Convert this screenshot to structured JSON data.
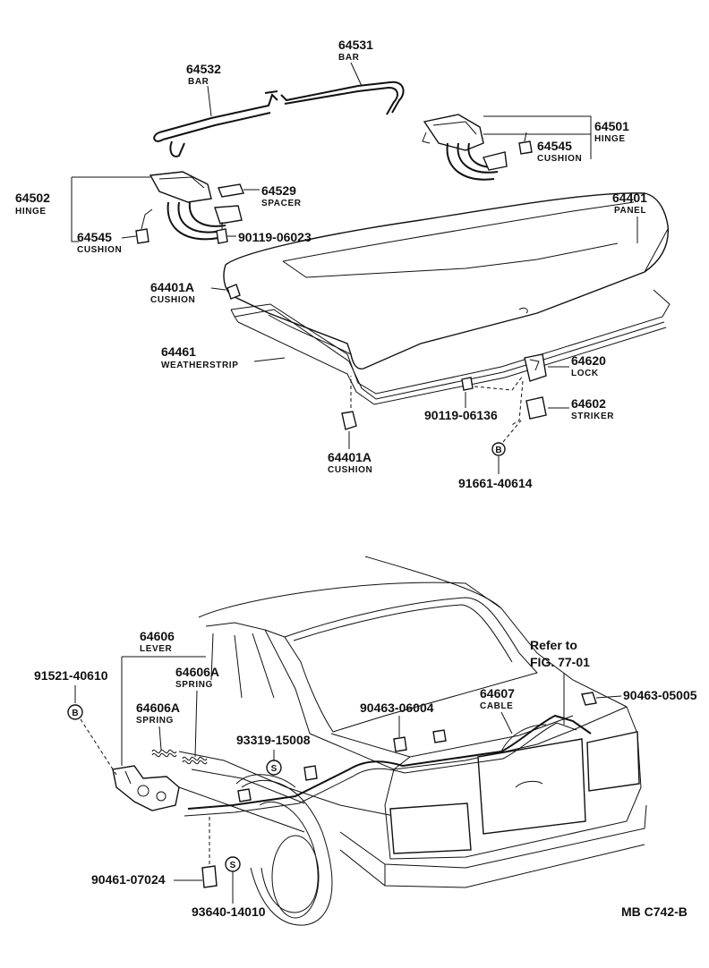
{
  "parts": {
    "p64531": {
      "number": "64531",
      "name": "BAR"
    },
    "p64532": {
      "number": "64532",
      "name": "BAR"
    },
    "p64501": {
      "number": "64501",
      "name": "HINGE"
    },
    "p64545_r": {
      "number": "64545",
      "name": "CUSHION"
    },
    "p64502": {
      "number": "64502",
      "name": "HINGE"
    },
    "p64529": {
      "number": "64529",
      "name": "SPACER"
    },
    "p64545_l": {
      "number": "64545",
      "name": "CUSHION"
    },
    "p90119_06023": {
      "number": "90119-06023"
    },
    "p64401": {
      "number": "64401",
      "name": "PANEL"
    },
    "p64401A_top": {
      "number": "64401A",
      "name": "CUSHION"
    },
    "p64461": {
      "number": "64461",
      "name": "WEATHERSTRIP"
    },
    "p64620": {
      "number": "64620",
      "name": "LOCK"
    },
    "p90119_06136": {
      "number": "90119-06136"
    },
    "p64602": {
      "number": "64602",
      "name": "STRIKER"
    },
    "p64401A_bot": {
      "number": "64401A",
      "name": "CUSHION"
    },
    "p91661_40614": {
      "number": "91661-40614"
    },
    "p64606": {
      "number": "64606",
      "name": "LEVER"
    },
    "p64606A_a": {
      "number": "64606A",
      "name": "SPRING"
    },
    "p64606A_b": {
      "number": "64606A",
      "name": "SPRING"
    },
    "p91521_40610": {
      "number": "91521-40610"
    },
    "p93319_15008": {
      "number": "93319-15008"
    },
    "p90463_06004": {
      "number": "90463-06004"
    },
    "p64607": {
      "number": "64607",
      "name": "CABLE"
    },
    "p90463_05005": {
      "number": "90463-05005"
    },
    "p90461_07024": {
      "number": "90461-07024"
    },
    "p93640_14010": {
      "number": "93640-14010"
    }
  },
  "reference": {
    "line1": "Refer to",
    "line2": "FIG. 77-01"
  },
  "symbols": {
    "b": "B",
    "s": "S"
  },
  "diagram_code": "MB C742-B"
}
